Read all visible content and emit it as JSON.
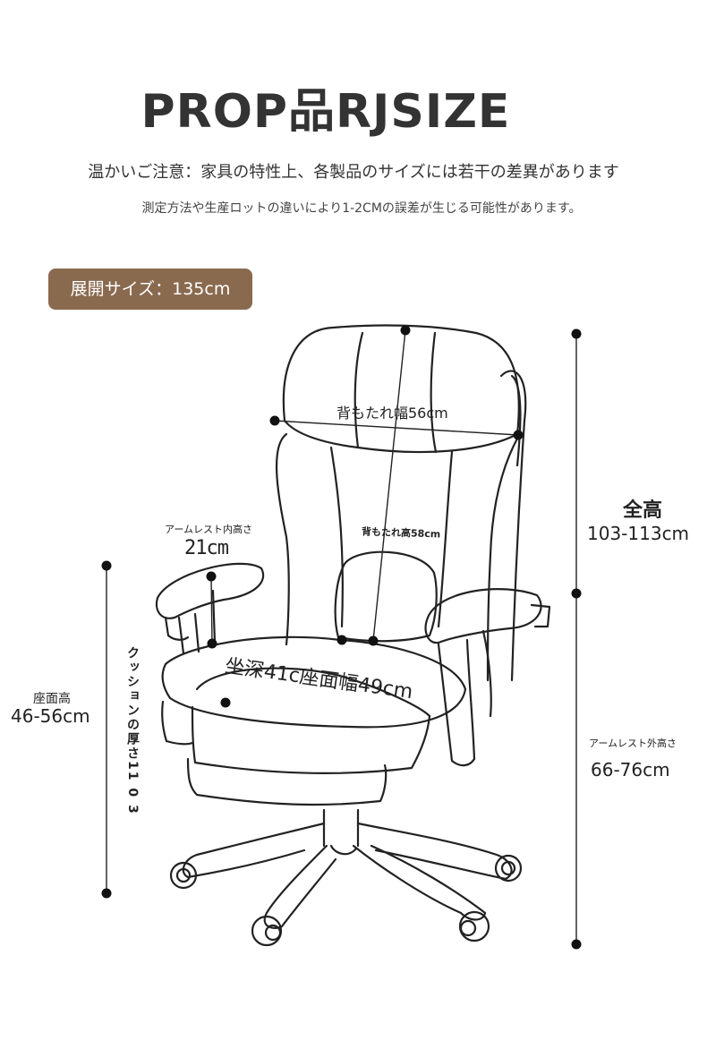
{
  "header": {
    "title": "PROP品RJSIZE",
    "notice_main": "温かいご注意：家具の特性上、各製品のサイズには若干の差異があります",
    "notice_sub": "測定方法や生産ロットの違いにより1-2CMの誤差が生じる可能性があります。"
  },
  "badge": {
    "text": "展開サイズ：135cm",
    "color": "#8a6a4f"
  },
  "dimensions": {
    "back_width": "背もたれ幅56cm",
    "back_height": "背もたれ高58cm",
    "armrest_inner_label": "アームレスト内高さ",
    "armrest_inner_value": "21cm",
    "seat_depth_width": "坐深41c座面幅49cm",
    "total_height_label": "全高",
    "total_height_value": "103-113cm",
    "armrest_outer_label": "アームレスト外高さ",
    "armrest_outer_value": "66-76cm",
    "seat_height_label": "座面高",
    "seat_height_value": "46-56cm",
    "cushion_thickness": "クッションの厚さ11 0 3"
  }
}
